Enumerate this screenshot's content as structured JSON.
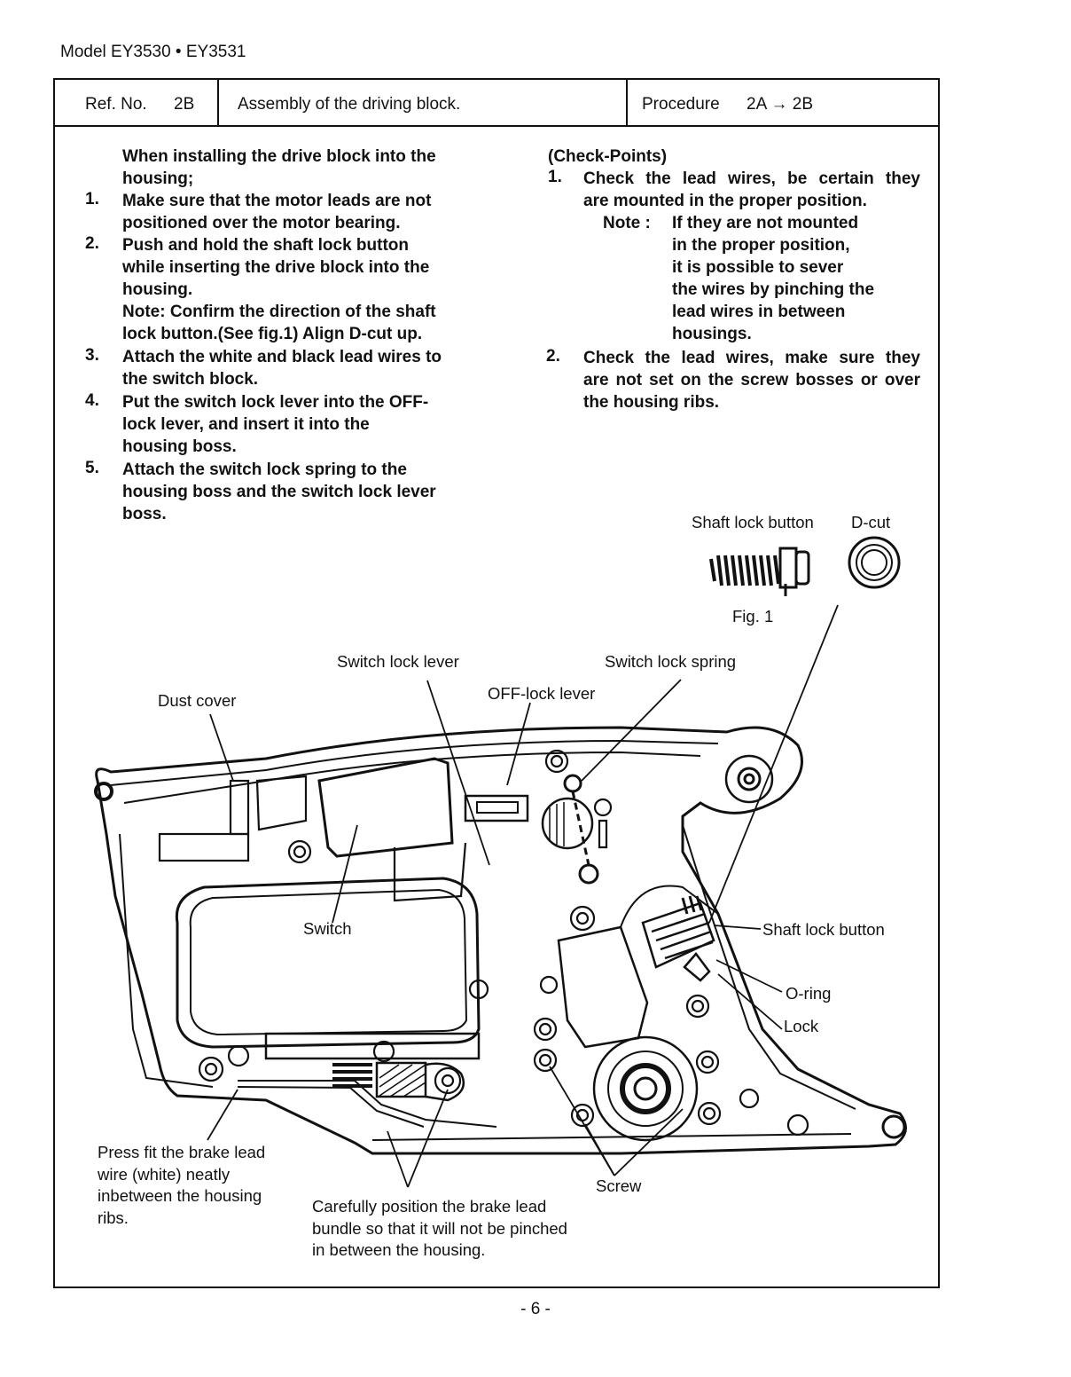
{
  "header": {
    "model": "Model EY3530 • EY3531",
    "ref_label": "Ref. No.",
    "ref_no": "2B",
    "title": "Assembly of the driving block.",
    "procedure_label": "Procedure",
    "procedure": "2A → 2B"
  },
  "instructions": {
    "intro": [
      "When installing the drive block into the",
      "housing;"
    ],
    "steps": [
      {
        "num": "1.",
        "lines": [
          "Make sure that the motor leads are not",
          "positioned over the motor bearing."
        ]
      },
      {
        "num": "2.",
        "lines": [
          "Push and hold the shaft lock button",
          "while inserting the drive block into the",
          "housing.",
          "Note: Confirm the direction of the shaft",
          "lock button.(See fig.1) Align D-cut up."
        ]
      },
      {
        "num": "3.",
        "lines": [
          "Attach the white and black lead wires to",
          "the switch block."
        ]
      },
      {
        "num": "4.",
        "lines": [
          "Put the switch lock lever into the OFF-",
          "lock lever, and insert it into the",
          "housing boss."
        ]
      },
      {
        "num": "5.",
        "lines": [
          "Attach the switch lock spring to the",
          "housing boss and the switch lock lever",
          "boss."
        ]
      }
    ]
  },
  "check_points": {
    "title": "(Check-Points)",
    "item1_num": "1.",
    "item1": [
      "Check the lead wires, be certain they",
      "are mounted in the proper position."
    ],
    "note_label": "Note :",
    "note": [
      "If they are not mounted",
      "in the proper position,",
      "it is possible to sever",
      "the wires by pinching the",
      "lead wires in between",
      "housings."
    ],
    "item2_num": "2.",
    "item2": [
      "Check the lead wires, make sure they",
      "are not set on the screw bosses or over",
      "the housing ribs."
    ]
  },
  "fig1": {
    "shaft_lock_button": "Shaft lock button",
    "d_cut": "D-cut",
    "caption": "Fig. 1"
  },
  "labels": {
    "switch_lock_lever": "Switch lock lever",
    "switch_lock_spring": "Switch lock spring",
    "off_lock_lever": "OFF-lock lever",
    "dust_cover": "Dust cover",
    "switch": "Switch",
    "shaft_lock_button": "Shaft lock button",
    "o_ring": "O-ring",
    "lock": "Lock",
    "screw": "Screw",
    "press_fit": [
      "Press fit the brake lead",
      "wire (white) neatly",
      "inbetween the housing",
      "ribs."
    ],
    "carefully": [
      "Carefully position the brake lead",
      "bundle so that it will not be pinched",
      "in between the housing."
    ]
  },
  "page_number": "- 6 -"
}
